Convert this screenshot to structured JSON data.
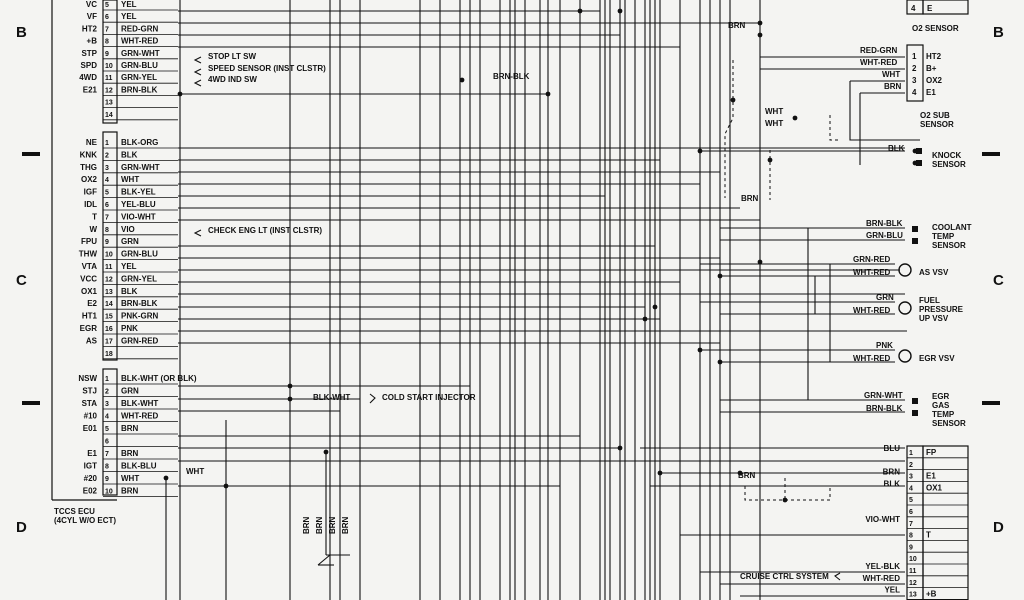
{
  "zone_labels": [
    "B",
    "C",
    "D"
  ],
  "ecu": {
    "title_line1": "TCCS ECU",
    "title_line2": "(4CYL W/O ECT)",
    "group1_pins": [
      {
        "name": "VC",
        "num": "5",
        "wire": "YEL"
      },
      {
        "name": "VF",
        "num": "6",
        "wire": "YEL"
      },
      {
        "name": "HT2",
        "num": "7",
        "wire": "RED-GRN"
      },
      {
        "name": "+B",
        "num": "8",
        "wire": "WHT-RED"
      },
      {
        "name": "STP",
        "num": "9",
        "wire": "GRN-WHT"
      },
      {
        "name": "SPD",
        "num": "10",
        "wire": "GRN-BLU"
      },
      {
        "name": "4WD",
        "num": "11",
        "wire": "GRN-YEL"
      },
      {
        "name": "E21",
        "num": "12",
        "wire": "BRN-BLK"
      },
      {
        "name": "",
        "num": "13",
        "wire": ""
      },
      {
        "name": "",
        "num": "14",
        "wire": ""
      }
    ],
    "group2_pins": [
      {
        "name": "NE",
        "num": "1",
        "wire": "BLK-ORG"
      },
      {
        "name": "KNK",
        "num": "2",
        "wire": "BLK"
      },
      {
        "name": "THG",
        "num": "3",
        "wire": "GRN-WHT"
      },
      {
        "name": "OX2",
        "num": "4",
        "wire": "WHT"
      },
      {
        "name": "IGF",
        "num": "5",
        "wire": "BLK-YEL"
      },
      {
        "name": "IDL",
        "num": "6",
        "wire": "YEL-BLU"
      },
      {
        "name": "T",
        "num": "7",
        "wire": "VIO-WHT"
      },
      {
        "name": "W",
        "num": "8",
        "wire": "VIO"
      },
      {
        "name": "FPU",
        "num": "9",
        "wire": "GRN"
      },
      {
        "name": "THW",
        "num": "10",
        "wire": "GRN-BLU"
      },
      {
        "name": "VTA",
        "num": "11",
        "wire": "YEL"
      },
      {
        "name": "VCC",
        "num": "12",
        "wire": "GRN-YEL"
      },
      {
        "name": "OX1",
        "num": "13",
        "wire": "BLK"
      },
      {
        "name": "E2",
        "num": "14",
        "wire": "BRN-BLK"
      },
      {
        "name": "HT1",
        "num": "15",
        "wire": "PNK-GRN"
      },
      {
        "name": "EGR",
        "num": "16",
        "wire": "PNK"
      },
      {
        "name": "AS",
        "num": "17",
        "wire": "GRN-RED"
      },
      {
        "name": "",
        "num": "18",
        "wire": ""
      }
    ],
    "group3_pins": [
      {
        "name": "NSW",
        "num": "1",
        "wire": "BLK-WHT (OR BLK)"
      },
      {
        "name": "STJ",
        "num": "2",
        "wire": "GRN"
      },
      {
        "name": "STA",
        "num": "3",
        "wire": "BLK-WHT"
      },
      {
        "name": "#10",
        "num": "4",
        "wire": "WHT-RED"
      },
      {
        "name": "E01",
        "num": "5",
        "wire": "BRN"
      },
      {
        "name": "",
        "num": "6",
        "wire": ""
      },
      {
        "name": "E1",
        "num": "7",
        "wire": "BRN"
      },
      {
        "name": "IGT",
        "num": "8",
        "wire": "BLK-BLU"
      },
      {
        "name": "#20",
        "num": "9",
        "wire": "WHT"
      },
      {
        "name": "E02",
        "num": "10",
        "wire": "BRN"
      }
    ]
  },
  "left_callouts": {
    "stop_lt_sw": "STOP LT SW",
    "speed_sensor": "SPEED SENSOR (INST CLSTR)",
    "fourwd_ind_sw": "4WD IND SW",
    "check_eng_lt": "CHECK ENG LT (INST CLSTR)",
    "cold_start_injector": "COLD START INJECTOR",
    "blk_wht": "BLK-WHT",
    "wht_mid": "WHT",
    "brn_blk_mid": "BRN-BLK",
    "ground_wires": [
      "BRN",
      "BRN",
      "BRN",
      "BRN"
    ]
  },
  "o2_sensor": {
    "pin4": "4",
    "pin4_label": "E",
    "label": "O2 SENSOR",
    "brn": "BRN"
  },
  "o2_sub_sensor": {
    "label_line1": "O2 SUB",
    "label_line2": "SENSOR",
    "pins": [
      {
        "num": "1",
        "name": "HT2",
        "wire": "RED-GRN"
      },
      {
        "num": "2",
        "name": "B+",
        "wire": "WHT-RED"
      },
      {
        "num": "3",
        "name": "OX2",
        "wire": "WHT"
      },
      {
        "num": "4",
        "name": "E1",
        "wire": "BRN"
      }
    ],
    "wht_a": "WHT",
    "wht_b": "WHT"
  },
  "knock_sensor": {
    "label_line1": "KNOCK",
    "label_line2": "SENSOR",
    "wire": "BLK",
    "brn": "BRN"
  },
  "coolant_sensor": {
    "label_line1": "COOLANT",
    "label_line2": "TEMP",
    "label_line3": "SENSOR",
    "wire1": "BRN-BLK",
    "wire2": "GRN-BLU"
  },
  "as_vsv": {
    "label": "AS VSV",
    "wire1": "GRN-RED",
    "wire2": "WHT-RED"
  },
  "fuel_vsv": {
    "label_line1": "FUEL",
    "label_line2": "PRESSURE",
    "label_line3": "UP VSV",
    "wire1": "GRN",
    "wire2": "WHT-RED"
  },
  "egr_vsv": {
    "label": "EGR VSV",
    "wire1": "PNK",
    "wire2": "WHT-RED"
  },
  "egr_sensor": {
    "label_line1": "EGR",
    "label_line2": "GAS",
    "label_line3": "TEMP",
    "label_line4": "SENSOR",
    "wire1": "GRN-WHT",
    "wire2": "BRN-BLK"
  },
  "check_connector": {
    "pins": [
      {
        "num": "1",
        "name": "FP",
        "wire": "BLU"
      },
      {
        "num": "2",
        "name": "",
        "wire": ""
      },
      {
        "num": "3",
        "name": "E1",
        "wire": "BRN"
      },
      {
        "num": "4",
        "name": "OX1",
        "wire": "BLK"
      },
      {
        "num": "5",
        "name": "",
        "wire": ""
      },
      {
        "num": "6",
        "name": "",
        "wire": ""
      },
      {
        "num": "7",
        "name": "",
        "wire": "VIO-WHT"
      },
      {
        "num": "8",
        "name": "T",
        "wire": ""
      },
      {
        "num": "9",
        "name": "",
        "wire": ""
      },
      {
        "num": "10",
        "name": "",
        "wire": ""
      },
      {
        "num": "11",
        "name": "",
        "wire": "YEL-BLK"
      },
      {
        "num": "12",
        "name": "",
        "wire": "WHT-RED"
      },
      {
        "num": "13",
        "name": "+B",
        "wire": "YEL"
      }
    ],
    "cruise_label": "CRUISE CTRL SYSTEM",
    "brn_mid": "BRN"
  }
}
